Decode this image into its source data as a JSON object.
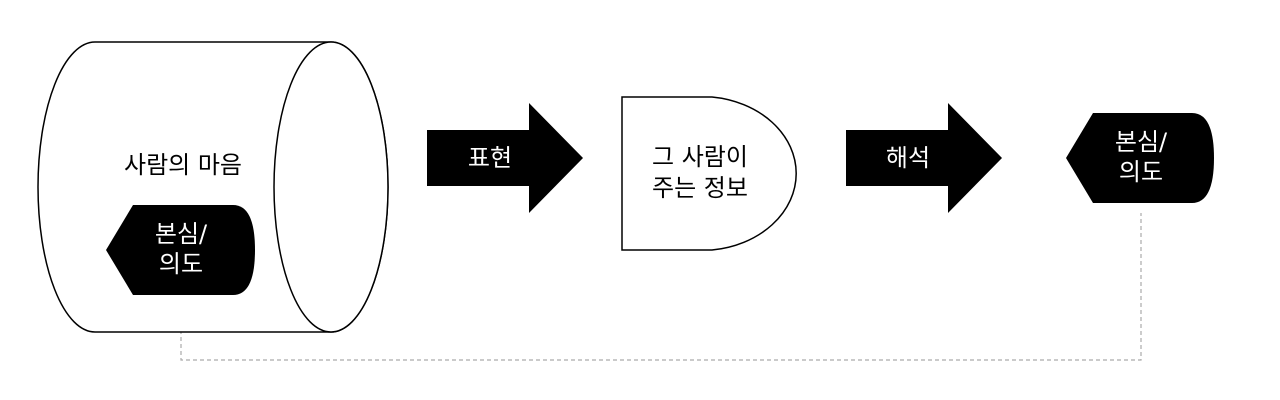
{
  "cylinder": {
    "label": "사람의 마음"
  },
  "inner_tag": {
    "line1": "본심/",
    "line2": "의도"
  },
  "arrow_express": {
    "label": "표현"
  },
  "info_node": {
    "line1": "그 사람이",
    "line2": "주는 정보"
  },
  "arrow_interpret": {
    "label": "해석"
  },
  "result_tag": {
    "line1": "본심/",
    "line2": "의도"
  },
  "colors": {
    "stroke": "#000000",
    "fill_dark": "#000000",
    "fill_light": "#ffffff",
    "text_light": "#ffffff",
    "text_dark": "#000000",
    "connector": "#aaaaaa"
  }
}
